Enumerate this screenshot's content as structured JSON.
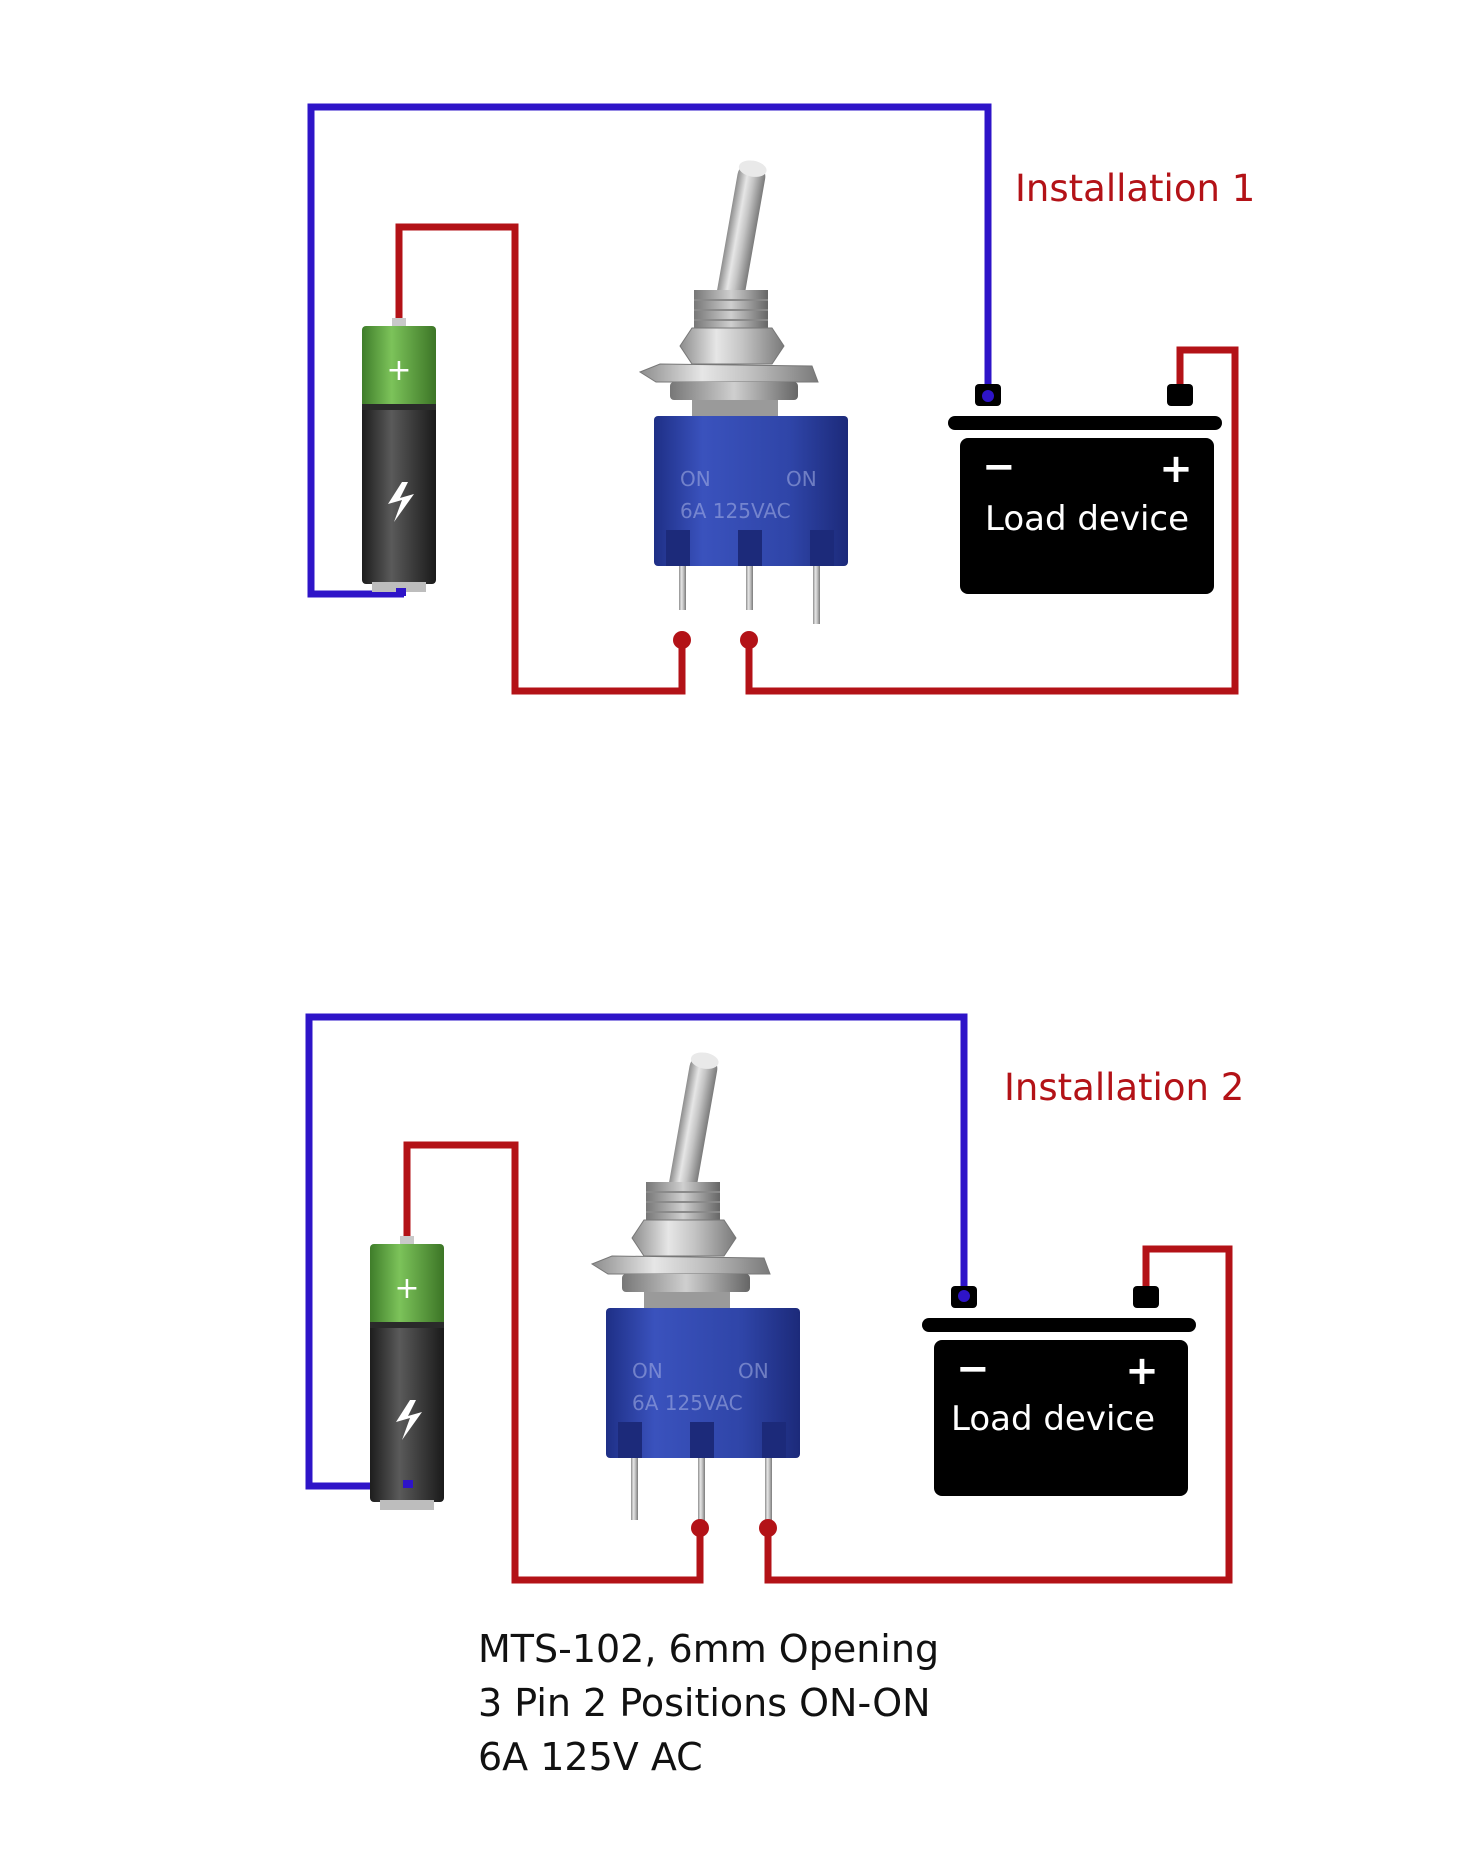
{
  "installations": [
    {
      "title": "Installation 1",
      "load_label": "Load device",
      "switch_print": {
        "left_on": "ON",
        "right_on": "ON",
        "rating": "6A 125VAC"
      },
      "battery_plus": "+",
      "load_minus": "−",
      "load_plus": "+"
    },
    {
      "title": "Installation 2",
      "load_label": "Load device",
      "switch_print": {
        "left_on": "ON",
        "right_on": "ON",
        "rating": "6A 125VAC"
      },
      "battery_plus": "+",
      "load_minus": "−",
      "load_plus": "+"
    }
  ],
  "specs": {
    "line1": "MTS-102, 6mm Opening",
    "line2": "3 Pin 2 Positions ON-ON",
    "line3": "6A 125V AC"
  },
  "colors": {
    "blue_wire": "#2e14c8",
    "red_wire": "#b31217",
    "switch_body": "#2f45a8",
    "battery_top": "#6ab04c",
    "battery_body": "#3b3b3b",
    "load_device": "#000000"
  }
}
